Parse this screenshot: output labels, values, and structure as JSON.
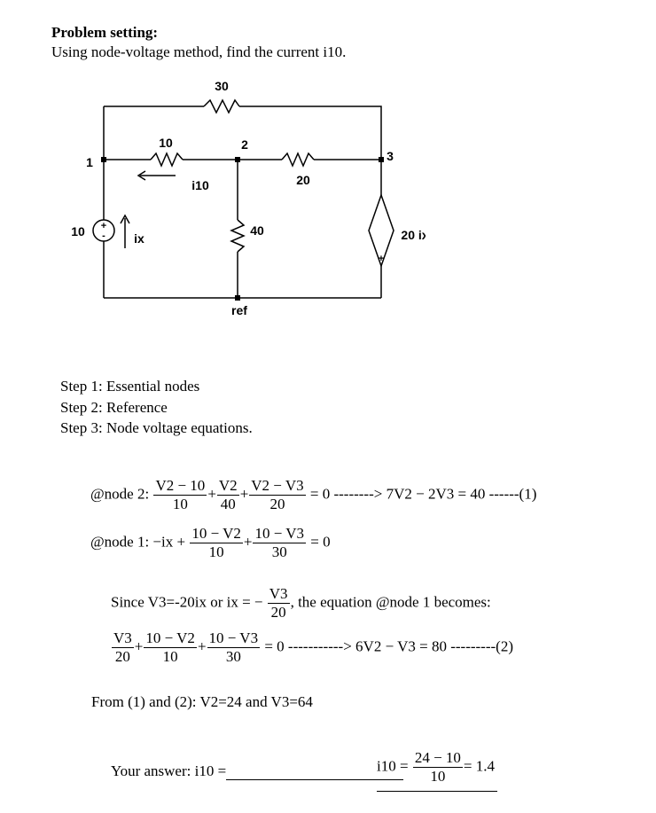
{
  "header": {
    "title": "Problem setting:",
    "intro": "Using node-voltage method, find the current i10."
  },
  "circuit": {
    "r_top": "30",
    "r_left": "10",
    "r_mid": "40",
    "r_right": "20",
    "node1": "1",
    "node2": "2",
    "node3": "3",
    "ref": "ref",
    "source_value": "10",
    "source_label_ix": "ix",
    "dep_source": "20 ix",
    "current_label": "i10"
  },
  "steps": [
    "Step 1: Essential nodes",
    "Step 2:  Reference",
    "Step 3:  Node voltage equations."
  ],
  "equations": {
    "node2_label": "@node 2:",
    "node2_f1_num": "V2 − 10",
    "node2_f1_den": "10",
    "node2_f2_num": "V2",
    "node2_f2_den": "40",
    "node2_f3_num": "V2 − V3",
    "node2_f3_den": "20",
    "node2_result": "= 0 --------> 7V2 − 2V3 = 40 ------(1)",
    "node1_label": "@node 1: −ix +",
    "node1_f1_num": "10 − V2",
    "node1_f1_den": "10",
    "node1_f2_num": "10 − V3",
    "node1_f2_den": "30",
    "node1_result": "= 0",
    "since_text": "Since V3=-20ix  or ix = −",
    "since_frac_num": "V3",
    "since_frac_den": "20",
    "since_tail": ", the equation @node 1 becomes:",
    "eq2_f1_num": "V3",
    "eq2_f1_den": "20",
    "eq2_f2_num": "10 − V2",
    "eq2_f2_den": "10",
    "eq2_f3_num": "10 − V3",
    "eq2_f3_den": "30",
    "eq2_result": "= 0  -----------> 6V2 − V3 = 80 ---------(2)",
    "from_text": "From (1) and (2): V2=24 and V3=64"
  },
  "answer": {
    "label": "Your answer: i10 =",
    "calc_lhs": "i10 =",
    "calc_num": "24 − 10",
    "calc_den": "10",
    "calc_result": "= 1.4"
  }
}
